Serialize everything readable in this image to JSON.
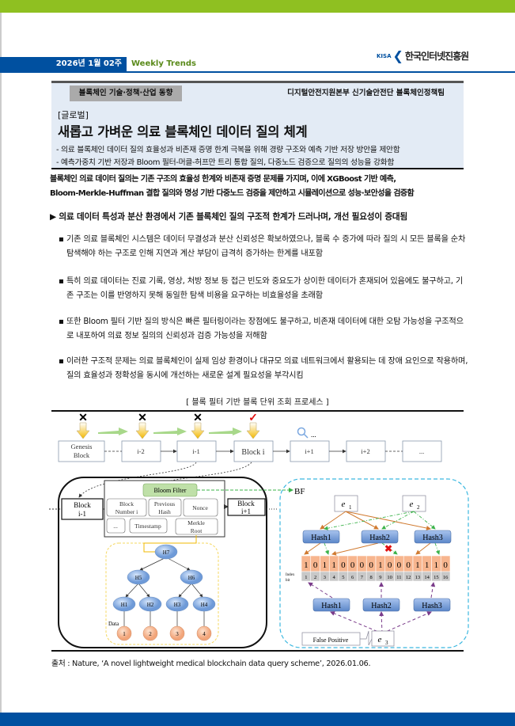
{
  "header": {
    "week": "2026년 1월 02주",
    "series": "Weekly Trends",
    "logo_abbr": "KISA",
    "logo_name": "한국인터넷진흥원"
  },
  "box": {
    "tag": "블록체인 기술·정책·산업 동향",
    "dept": "디지털안전지원본부 신기술안전단 블록체인정책팀",
    "category": "[글로벌]",
    "title": "새롭고 가벼운 의료 블록체인 데이터 질의 체계",
    "highlights": [
      "-  의료 블록체인 데이터 질의 효율성과 비존재 증명 한계 극복을 위해 경량 구조와 예측 기반 저장 방안을 제안함",
      "-  예측가중치 기반 저장과 Bloom 필터-머클-허프만 트리 통합 질의, 다중노드 검증으로 질의의 성능을 강화함"
    ]
  },
  "summary": [
    "블록체인 의료 데이터 질의는 기존 구조의 효율성 한계와 비존재 증명 문제를 가지며, 이에 XGBoost 기반 예측,",
    "Bloom-Merkle-Huffman 결합 질의와 명성 기반 다중노드 검증을 제안하고 시뮬레이션으로 성능·보안성을 검증함"
  ],
  "heading": "▶ 의료 데이터 특성과 분산 환경에서 기존 블록체인 질의 구조적 한계가 드러나며, 개선 필요성이 증대됨",
  "bullets": [
    "기존 의료 블록체인 시스템은 데이터 무결성과 분산 신뢰성은 확보하였으나, 블록 수 증가에 따라 질의 시 모든 블록을 순차 탐색해야 하는 구조로 인해 지연과 계산 부담이 급격히 증가하는 한계를 내포함",
    "특히 의료 데이터는 진료 기록, 영상, 처방 정보 등 접근 빈도와 중요도가 상이한 데이터가 혼재되어 있음에도 불구하고, 기존 구조는 이를 반영하지 못해 동일한 탐색 비용을 요구하는 비효율성을 초래함",
    "또한 Bloom 필터 기반 질의 방식은 빠른 필터링이라는 장점에도 불구하고, 비존재 데이터에 대한 오탐 가능성을 구조적으로 내포하여 의료 정보 질의의 신뢰성과 검증 가능성을 저해함",
    "이러한 구조적 문제는 의료 블록체인이 실제 임상 환경이나 대규모 의료 네트워크에서 활용되는 데 장애 요인으로 작용하며, 질의 효율성과 정확성을 동시에 개선하는 새로운 설계 필요성을 부각시킴"
  ],
  "bullet_marker": "▪",
  "figure": {
    "caption": "[ 블록 필터 기반 블록 단위 조회 프로세스 ]",
    "chain": [
      "Genesis",
      "Block",
      "i-2",
      "i-1",
      "Block i",
      "i+1",
      "i+2",
      "..."
    ],
    "marks": [
      "✕",
      "✕",
      "✕",
      "✓"
    ],
    "search_more": "...",
    "block_prev": [
      "Block",
      "i-1"
    ],
    "block_next": [
      "Block",
      "i+1"
    ],
    "bloom_filter": "Bloom Filter",
    "fields": {
      "block_number": [
        "Block",
        "Number i"
      ],
      "previous_hash": [
        "Previous",
        "Hash"
      ],
      "nonce": "Nonce",
      "ellipsis": "...",
      "timestamp": "Timestamp",
      "merkle_root": [
        "Merkle",
        "Root"
      ]
    },
    "merkle": {
      "nodes": [
        "H7",
        "H5",
        "H6",
        "H1",
        "H2",
        "H3",
        "H4"
      ],
      "data_label": "Data",
      "data": [
        "1",
        "2",
        "3",
        "4"
      ]
    },
    "bf": {
      "label": "BF",
      "e1": "e",
      "e2": "e",
      "e3": "e",
      "sub1": "1",
      "sub2": "2",
      "sub3": "3",
      "hashes": [
        "Hash1",
        "Hash2",
        "Hash3"
      ],
      "bits": [
        1,
        0,
        1,
        1,
        0,
        0,
        0,
        0,
        1,
        0,
        0,
        0,
        1,
        1,
        1,
        0
      ],
      "index_label": [
        "Index",
        "bit"
      ],
      "false_positive": "False Positive"
    }
  },
  "source": "출처 : Nature, ‘A novel lightweight medical blockchain data query scheme’, 2026.01.06.",
  "colors": {
    "brand_blue": "#0050a0",
    "brand_green": "#8fc021",
    "bit_orange": "#f7b58e",
    "hash_blue": "#6f9ad6"
  }
}
